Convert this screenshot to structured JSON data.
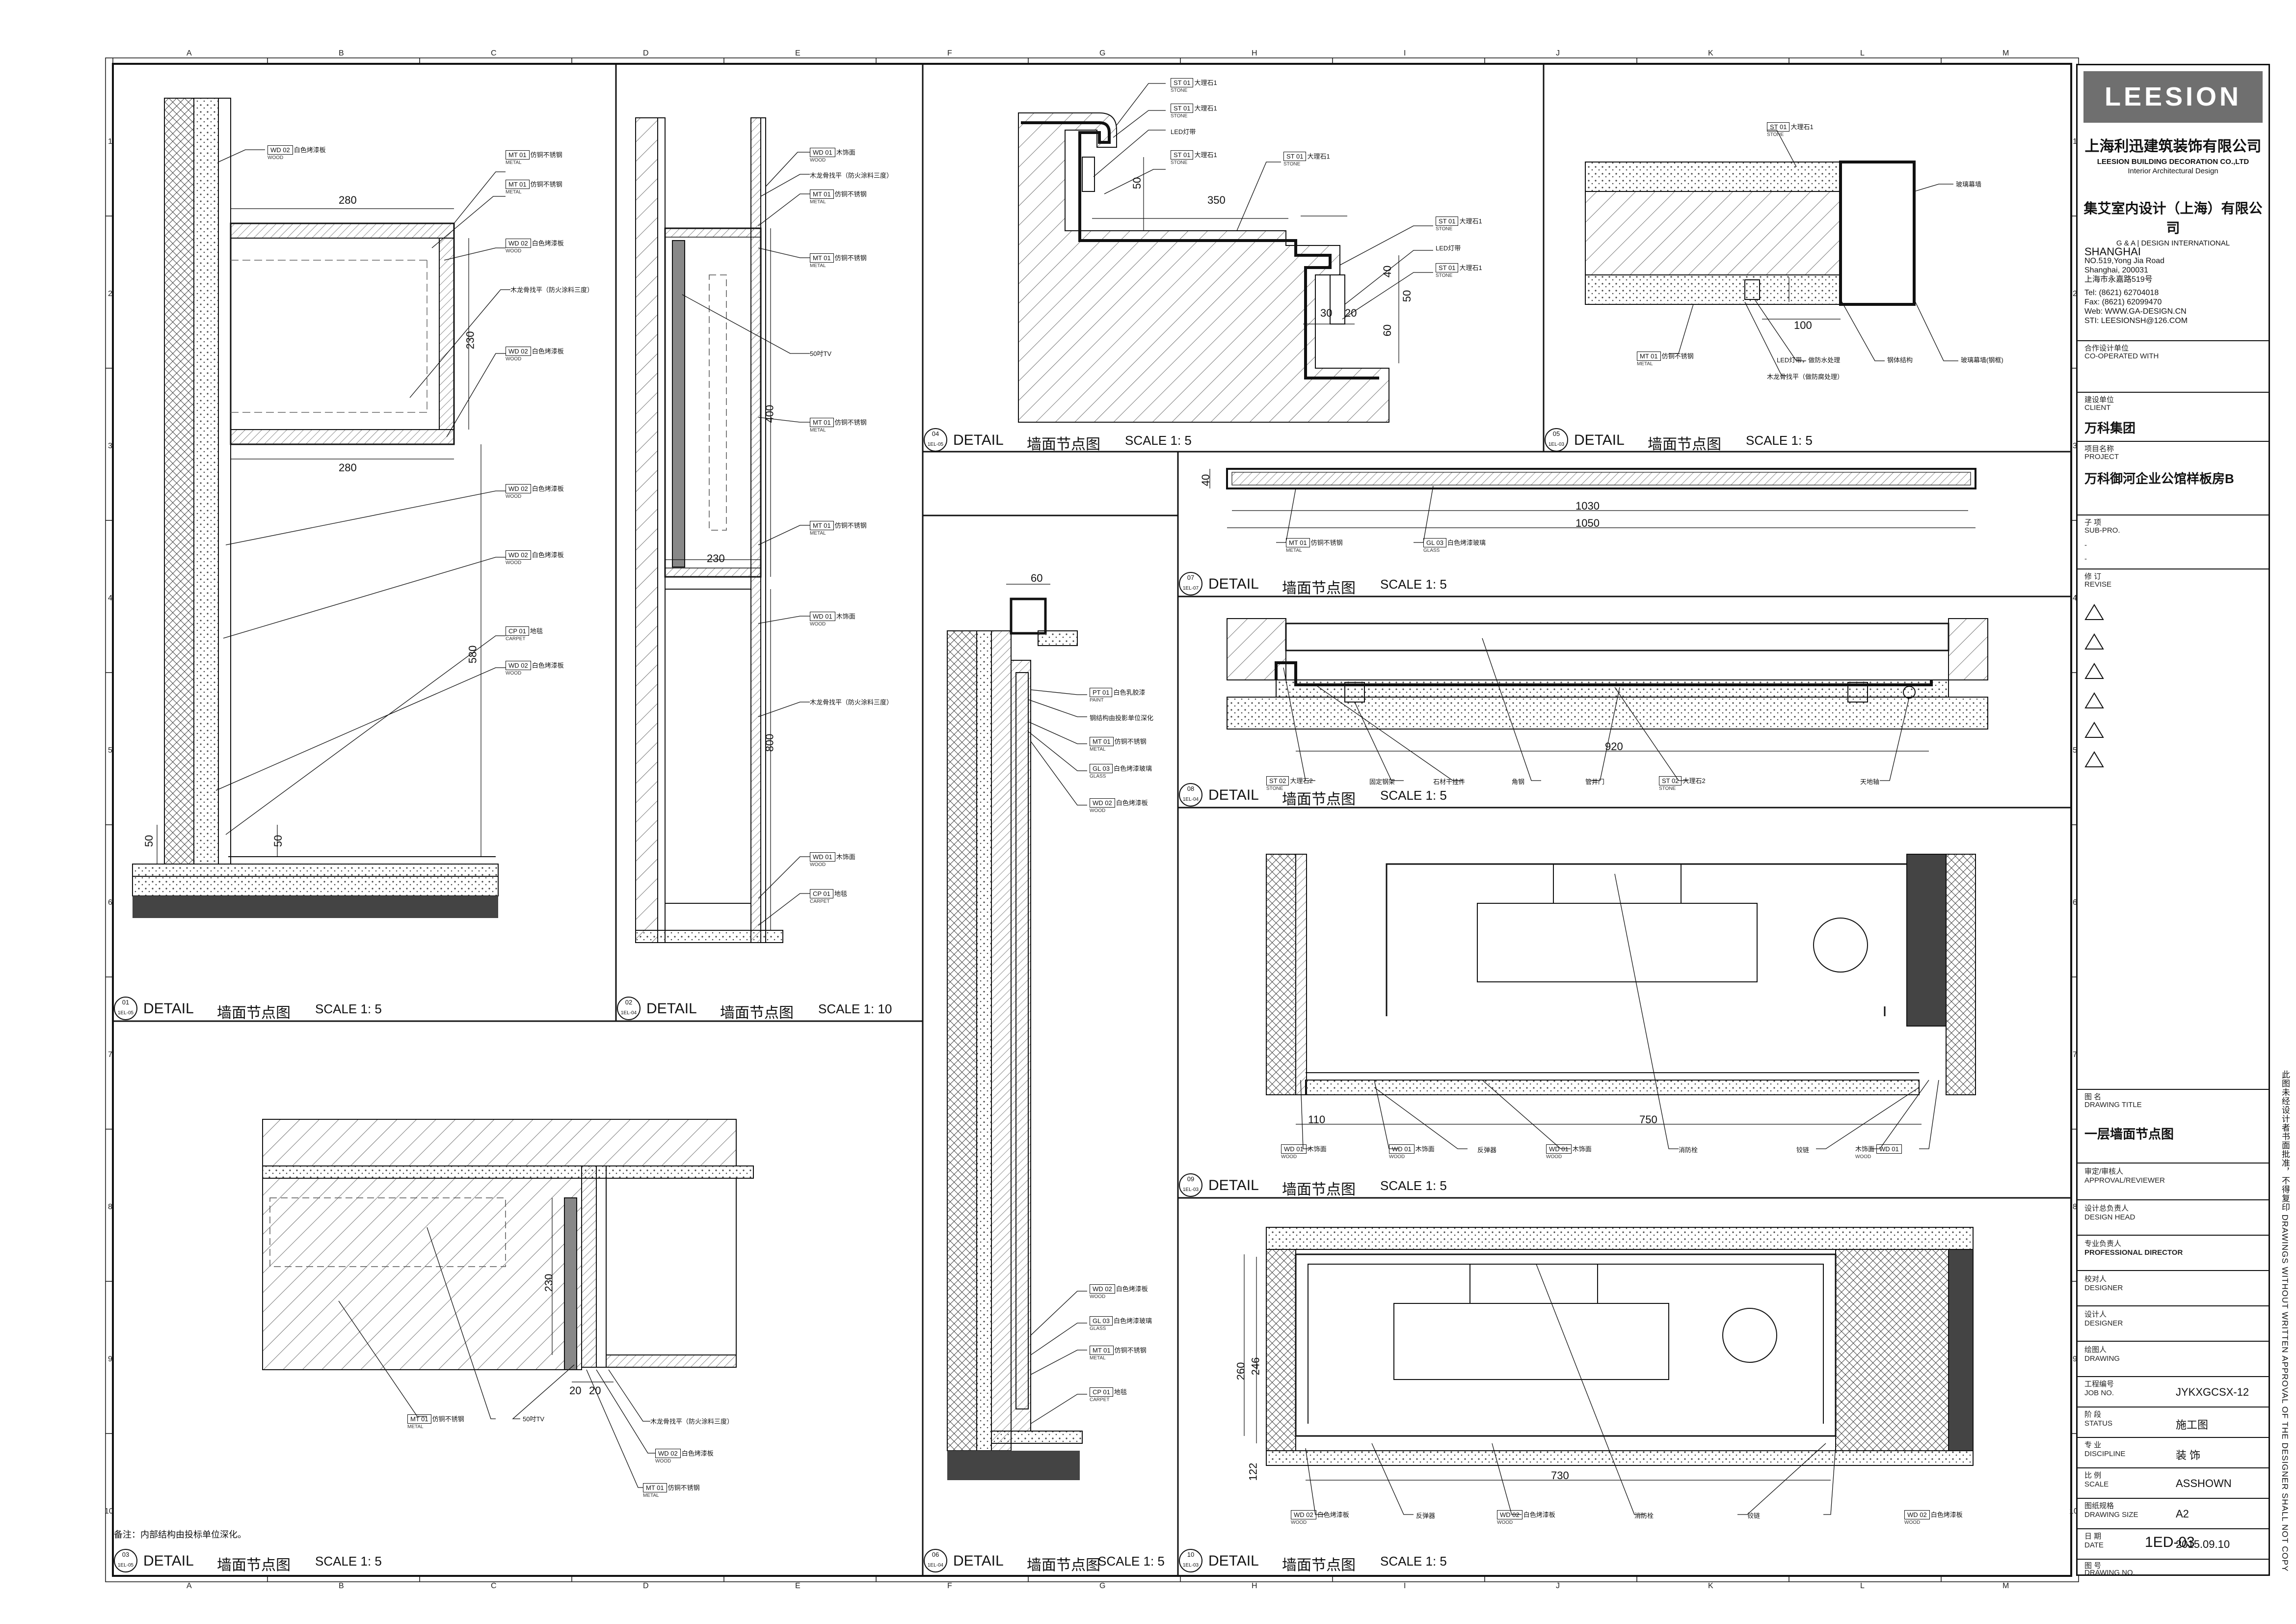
{
  "grid": {
    "cols": [
      "A",
      "B",
      "C",
      "D",
      "E",
      "F",
      "G",
      "H",
      "I",
      "J",
      "K",
      "L",
      "M"
    ],
    "rows": [
      "1",
      "2",
      "3",
      "4",
      "5",
      "6",
      "7",
      "8",
      "9",
      "10"
    ]
  },
  "company": {
    "logo": "LEESION",
    "name_cn": "上海利迅建筑装饰有限公司",
    "name_en": "LEESION BUILDING DECORATION CO.,LTD",
    "tagline": "Interior Architectural Design",
    "partner_cn": "集艾室内设计（上海）有限公司",
    "partner_en": "G & A | DESIGN INTERNATIONAL",
    "city": "SHANGHAI",
    "addr1": "NO.519,Yong Jia Road",
    "addr2": "Shanghai, 200031",
    "addr3": "上海市永嘉路519号",
    "tel": "Tel:   (8621) 62704018",
    "fax": "Fax:   (8621) 62099470",
    "web": "Web:   WWW.GA-DESIGN.CN",
    "email": "STI:    LEESIONSH@126.COM"
  },
  "titleblock": {
    "coop_cn": "合作设计单位",
    "coop_en": "CO-OPERATED WITH",
    "client_cn": "建设单位",
    "client_en": "CLIENT",
    "client_val": "万科集团",
    "project_cn": "项目名称",
    "project_en": "PROJECT",
    "project_val": "万科御河企业公馆样板房B",
    "subpro_cn": "子 项",
    "subpro_en": "SUB-PRO.",
    "subpro_val1": "-",
    "subpro_val2": "-",
    "revise_cn": "修 订",
    "revise_en": "REVISE",
    "title_cn": "图 名",
    "title_en": "DRAWING TITLE",
    "title_val": "一层墙面节点图",
    "approval_cn": "审定/审核人",
    "approval_en": "APPROVAL/REVIEWER",
    "head_cn": "设计总负责人",
    "head_en": "DESIGN HEAD",
    "pdir_cn": "专业负责人",
    "pdir_en": "PROFESSIONAL DIRECTOR",
    "check_cn": "校对人",
    "check_en": "DESIGNER",
    "designer_cn": "设计人",
    "designer_en": "DESIGNER",
    "drawing_cn": "绘图人",
    "drawing_en": "DRAWING",
    "job_cn": "工程编号",
    "job_en": "JOB NO.",
    "job_val": "JYKXGCSX-12",
    "status_cn": "阶 段",
    "status_en": "STATUS",
    "status_val": "施工图",
    "disc_cn": "专 业",
    "disc_en": "DISCIPLINE",
    "disc_val": "装 饰",
    "scale_cn": "比 例",
    "scale_en": "SCALE",
    "scale_val": "ASSHOWN",
    "size_cn": "图纸规格",
    "size_en": "DRAWING SIZE",
    "size_val": "A2",
    "date_cn": "日 期",
    "date_en": "DATE",
    "date_val": "2015.09.10",
    "no_cn": "图 号",
    "no_en": "DRAWING NO.",
    "no_val": "1ED-03"
  },
  "vertical_note": "此图未经设计者书面批准，不得复印  DRAWINGS WITHOUT WRITTEN APPROVAL OF THE DESIGNER SHALL NOT COPY",
  "panels": [
    {
      "num": "01",
      "ref": "1EL-05",
      "label": "DETAIL",
      "name": "墙面节点图",
      "scale": "SCALE 1: 5"
    },
    {
      "num": "02",
      "ref": "1EL-04",
      "label": "DETAIL",
      "name": "墙面节点图",
      "scale": "SCALE 1: 10"
    },
    {
      "num": "03",
      "ref": "1EL-05",
      "label": "DETAIL",
      "name": "墙面节点图",
      "scale": "SCALE 1: 5"
    },
    {
      "num": "04",
      "ref": "1EL-05",
      "label": "DETAIL",
      "name": "墙面节点图",
      "scale": "SCALE 1: 5"
    },
    {
      "num": "05",
      "ref": "1EL-03",
      "label": "DETAIL",
      "name": "墙面节点图",
      "scale": "SCALE 1: 5"
    },
    {
      "num": "06",
      "ref": "1EL-04",
      "label": "DETAIL",
      "name": "墙面节点图",
      "scale": "SCALE 1: 5"
    },
    {
      "num": "07",
      "ref": "1EL-07",
      "label": "DETAIL",
      "name": "墙面节点图",
      "scale": "SCALE 1: 5"
    },
    {
      "num": "08",
      "ref": "1EL-04",
      "label": "DETAIL",
      "name": "墙面节点图",
      "scale": "SCALE 1: 5"
    },
    {
      "num": "09",
      "ref": "1EL-03",
      "label": "DETAIL",
      "name": "墙面节点图",
      "scale": "SCALE 1: 5"
    },
    {
      "num": "10",
      "ref": "1EL-03",
      "label": "DETAIL",
      "name": "墙面节点图",
      "scale": "SCALE 1: 5"
    }
  ],
  "note": "备注：内部结构由投标单位深化。",
  "tags": {
    "wd02_white": "白色烤漆板",
    "mt01_steel": "仿铜不锈钢",
    "keel": "木龙骨找平（防火涂料三度）",
    "cp01": "地毯",
    "wd01_wood": "木饰面",
    "tv50": "50吋TV",
    "st01": "大理石1",
    "st02": "大理石2",
    "led": "LED灯带",
    "glass_curtain": "玻璃幕墙",
    "led_water": "LED灯带，做防水处理",
    "steel_struct": "钢体结构",
    "keel_water": "木龙骨找平（做防腐处理）",
    "glass_curtain2": "玻璃幕墙(钢框)",
    "pt01": "白色乳胶漆",
    "steel_frame": "钢结构由投影单位深化",
    "gl03": "白色烤漆玻璃",
    "fix_steel": "固定钢架",
    "hanger": "石材干挂件",
    "angle": "角钢",
    "hatch": "管井门",
    "floor_spring": "天地轴",
    "reflector": "反弹器",
    "hydrant": "消防栓",
    "hinge": "铰链"
  },
  "dims": {
    "d280a": "280",
    "d230a": "230",
    "d280b": "280",
    "d580": "580",
    "d50a": "50",
    "d50b": "50",
    "d400": "400",
    "d800": "800",
    "d230b": "230",
    "d350": "350",
    "d50c": "50",
    "d40": "40",
    "d50d": "50",
    "d60": "60",
    "d30a": "30",
    "d20": "20",
    "d100": "100",
    "d1030": "1030",
    "d1050": "1050",
    "d40b": "40",
    "d920": "920",
    "d60b": "60",
    "d750": "750",
    "d110": "110",
    "d730": "730",
    "d260": "260",
    "d246": "246",
    "d122": "122",
    "d230c": "230",
    "d20b": "20",
    "d20c": "20"
  }
}
